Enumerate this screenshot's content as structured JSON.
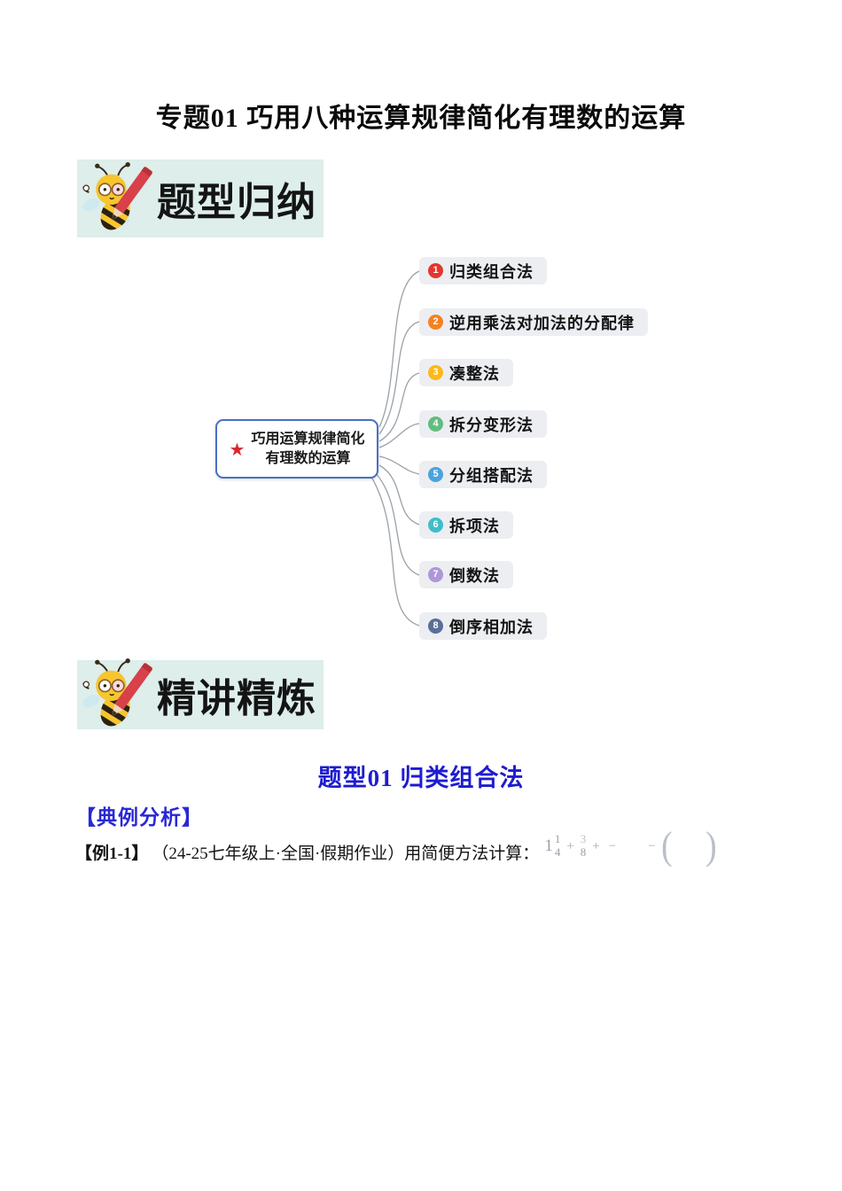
{
  "page": {
    "title": "专题01 巧用八种运算规律简化有理数的运算"
  },
  "banners": {
    "first": "题型归纳",
    "second": "精讲精炼"
  },
  "mindmap": {
    "center": {
      "star": "★",
      "line1": "巧用运算规律简化",
      "line2": "有理数的运算",
      "border_color": "#4a70c0",
      "star_color": "#d9272e"
    },
    "items": [
      {
        "num": "1",
        "label": "归类组合法",
        "color": "#e2362e"
      },
      {
        "num": "2",
        "label": "逆用乘法对加法的分配律",
        "color": "#f58220"
      },
      {
        "num": "3",
        "label": "凑整法",
        "color": "#fbb919"
      },
      {
        "num": "4",
        "label": "拆分变形法",
        "color": "#62bd7f"
      },
      {
        "num": "5",
        "label": "分组搭配法",
        "color": "#4ba3dc"
      },
      {
        "num": "6",
        "label": "拆项法",
        "color": "#3fbdc9"
      },
      {
        "num": "7",
        "label": "倒数法",
        "color": "#af96d8"
      },
      {
        "num": "8",
        "label": "倒序相加法",
        "color": "#5a6e96"
      }
    ]
  },
  "section": {
    "heading": "题型01 归类组合法",
    "subheading": "【典例分析】"
  },
  "example": {
    "tag": "【例1-1】",
    "source": "（24-25七年级上·全国·假期作业）用简便方法计算：",
    "math": {
      "int": "1",
      "num1": "1",
      "den1": "4",
      "plus1": "+",
      "num2": "3",
      "den2": "8",
      "plus2": "+",
      "minus1": "−",
      "minus2": "−",
      "lparen": "(",
      "rparen": ")"
    }
  }
}
